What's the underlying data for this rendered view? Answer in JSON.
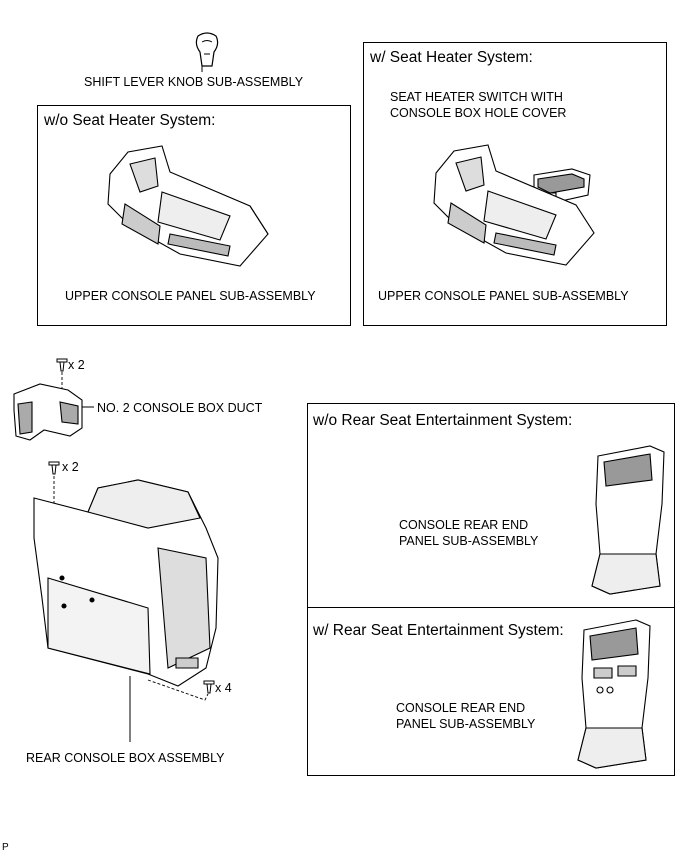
{
  "labels": {
    "shift_knob": "SHIFT LEVER KNOB SUB-ASSEMBLY",
    "upper_panel": "UPPER CONSOLE PANEL SUB-ASSEMBLY",
    "seat_heater_switch_line1": "SEAT HEATER SWITCH WITH",
    "seat_heater_switch_line2": "CONSOLE BOX HOLE COVER",
    "duct": "NO. 2 CONSOLE BOX DUCT",
    "rear_box": "REAR CONSOLE BOX ASSEMBLY",
    "rear_panel_line1": "CONSOLE REAR END",
    "rear_panel_line2": "PANEL SUB-ASSEMBLY"
  },
  "boxes": {
    "wo_seat_heater": "w/o Seat Heater System:",
    "w_seat_heater": "w/ Seat Heater System:",
    "wo_rse": "w/o Rear Seat Entertainment System:",
    "w_rse": "w/ Rear Seat Entertainment System:"
  },
  "counts": {
    "duct_screws": "x 2",
    "box_screws_top": "x 2",
    "box_screws_bottom": "x 4"
  },
  "footer": "P"
}
